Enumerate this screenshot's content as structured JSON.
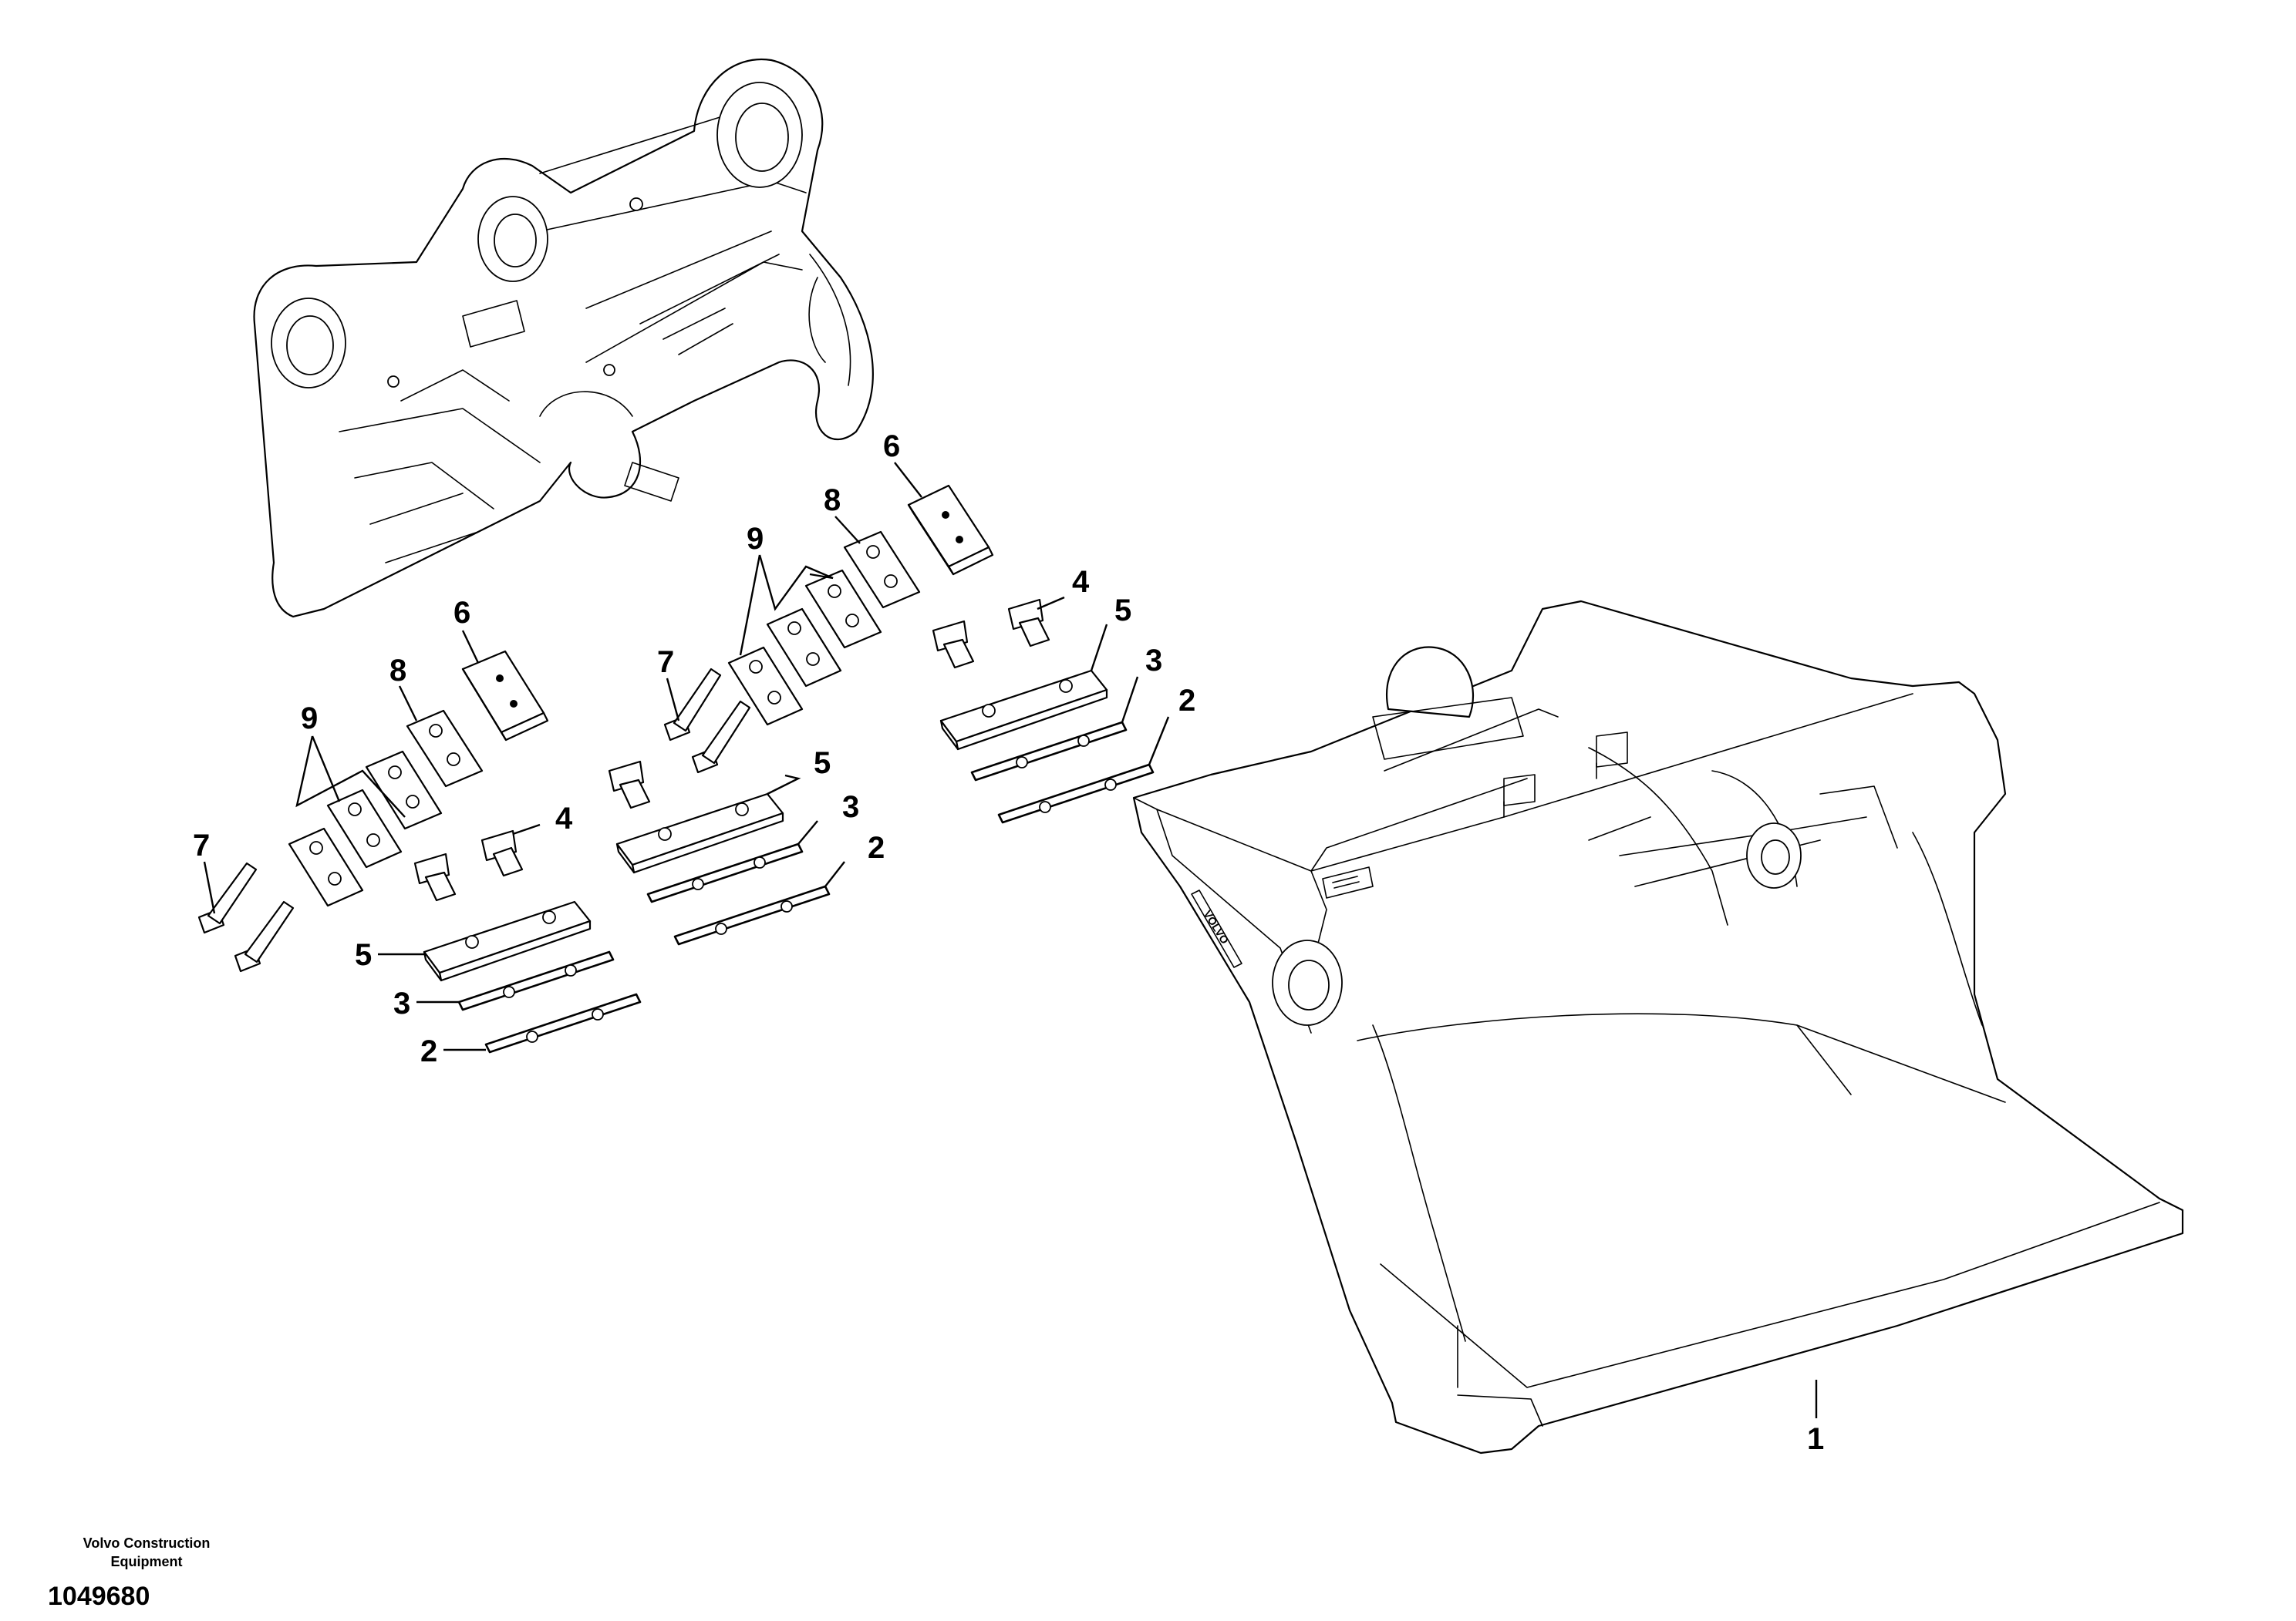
{
  "footer": {
    "maker_line1": "Volvo Construction",
    "maker_line2": "Equipment",
    "document_number": "1049680"
  },
  "bucket_brand_label": "VOLVO",
  "callouts": {
    "c1": "1",
    "c2a": "2",
    "c2b": "2",
    "c2c": "2",
    "c3a": "3",
    "c3b": "3",
    "c3c": "3",
    "c4a": "4",
    "c4b": "4",
    "c5a": "5",
    "c5b": "5",
    "c5c": "5",
    "c6a": "6",
    "c6b": "6",
    "c7a": "7",
    "c7b": "7",
    "c8a": "8",
    "c8b": "8",
    "c9a": "9",
    "c9b": "9"
  }
}
